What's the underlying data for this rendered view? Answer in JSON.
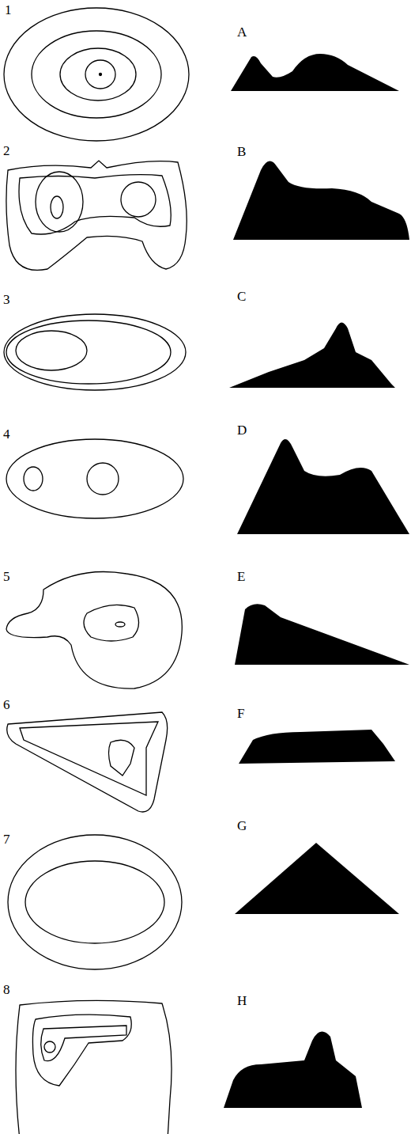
{
  "diagram": {
    "labels": [
      "1",
      "A",
      "2",
      "B",
      "3",
      "C",
      "4",
      "D",
      "5",
      "E",
      "6",
      "F",
      "7",
      "G",
      "8",
      "H"
    ]
  }
}
